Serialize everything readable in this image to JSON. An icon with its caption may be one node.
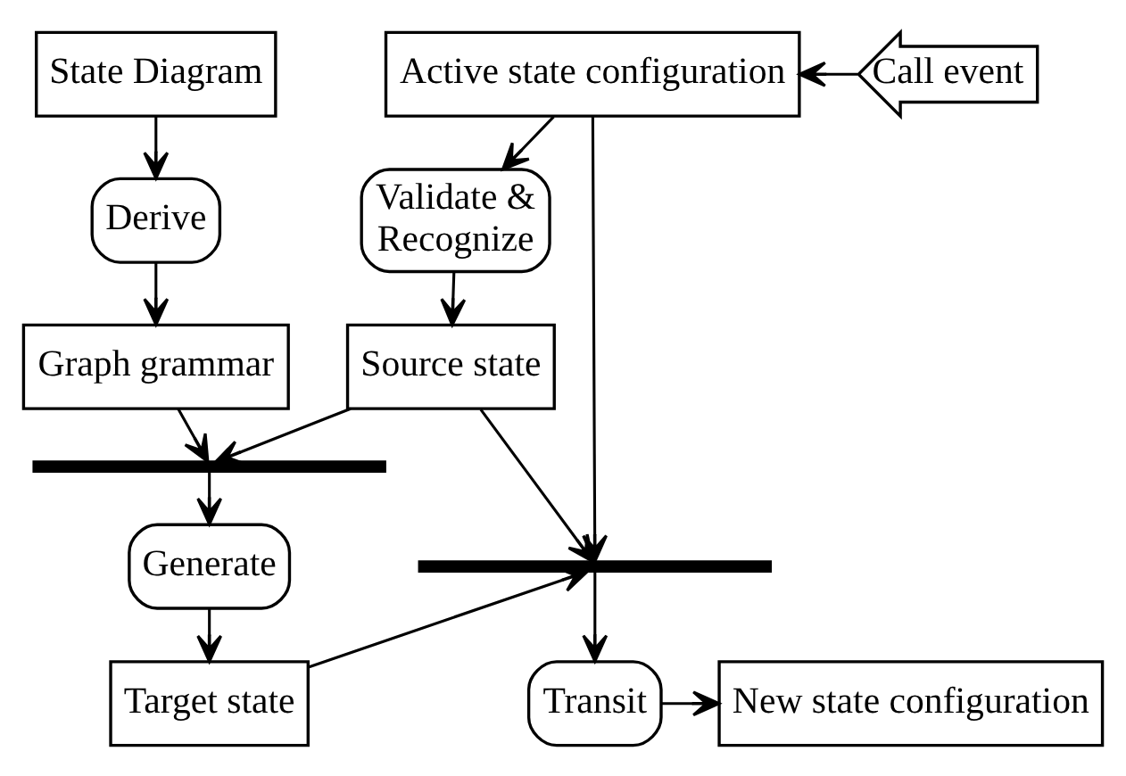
{
  "diagram": {
    "nodes": [
      {
        "text": [
          "State Diagram"
        ]
      },
      {
        "text": [
          "Active state configuration"
        ]
      },
      {
        "text": [
          "Call event"
        ]
      },
      {
        "text": [
          "Derive"
        ]
      },
      {
        "text": [
          "Validate & Recognize"
        ]
      },
      {
        "text": [
          "Graph grammar"
        ]
      },
      {
        "text": [
          "Source state"
        ]
      },
      {
        "text": [],
        "shape": "bar"
      },
      {
        "text": [],
        "shape": "bar"
      },
      {
        "text": [
          "Generate"
        ]
      },
      {
        "text": [
          "Transit"
        ]
      },
      {
        "text": [
          "Target state"
        ]
      },
      {
        "text": [
          "New state configuration"
        ]
      }
    ],
    "edges": [
      {
        "from": 0,
        "to": 3,
        "arrow": "to"
      },
      {
        "from": 3,
        "to": 5,
        "arrow": "to"
      },
      {
        "from": 2,
        "to": 1,
        "arrow": "to"
      },
      {
        "from": 1,
        "to": 4,
        "arrow": "to"
      },
      {
        "from": 4,
        "to": 6,
        "arrow": "to"
      },
      {
        "from": 5,
        "to": 7,
        "arrow": "to"
      },
      {
        "from": 6,
        "to": 7,
        "arrow": "to"
      },
      {
        "from": 7,
        "to": 9,
        "arrow": "to"
      },
      {
        "from": 9,
        "to": 11,
        "arrow": "to"
      },
      {
        "from": 11,
        "to": 8,
        "arrow": "to"
      },
      {
        "from": 6,
        "to": 8,
        "arrow": "to"
      },
      {
        "from": 1,
        "to": 8,
        "arrow": "to"
      },
      {
        "from": 8,
        "to": 10,
        "arrow": "to"
      },
      {
        "from": 10,
        "to": 12,
        "arrow": "to"
      }
    ]
  }
}
